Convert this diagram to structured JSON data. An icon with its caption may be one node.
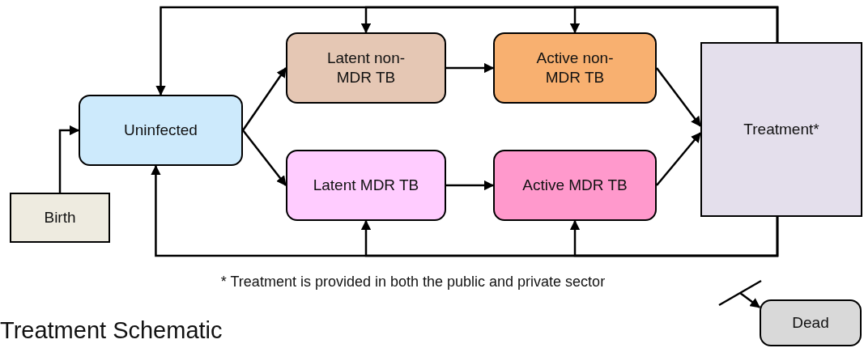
{
  "diagram": {
    "title": "Treatment Schematic",
    "nodes": [
      {
        "text": [
          "Birth"
        ]
      },
      {
        "text": [
          "Uninfected"
        ]
      },
      {
        "text": [
          "Latent non-MDR TB"
        ]
      },
      {
        "text": [
          "Active non-MDR TB"
        ]
      },
      {
        "text": [
          "Latent MDR TB"
        ]
      },
      {
        "text": [
          "Active MDR TB"
        ]
      },
      {
        "text": [
          "Treatment*"
        ]
      },
      {
        "text": [
          "Dead"
        ]
      }
    ],
    "edges": [
      {
        "from": 0,
        "to": 1,
        "arrow": "to"
      },
      {
        "from": 1,
        "to": 2,
        "arrow": "to"
      },
      {
        "from": 1,
        "to": 4,
        "arrow": "to"
      },
      {
        "from": 2,
        "to": 3,
        "arrow": "to"
      },
      {
        "from": 4,
        "to": 5,
        "arrow": "to"
      },
      {
        "from": 3,
        "to": 6,
        "arrow": "to"
      },
      {
        "from": 5,
        "to": 6,
        "arrow": "to"
      },
      {
        "from": 6,
        "to": 1,
        "arrow": "to"
      },
      {
        "from": 6,
        "to": 2,
        "arrow": "to"
      },
      {
        "from": 6,
        "to": 3,
        "arrow": "to"
      },
      {
        "from": 6,
        "to": 1,
        "arrow": "to"
      },
      {
        "from": 6,
        "to": 4,
        "arrow": "to"
      },
      {
        "from": 6,
        "to": 5,
        "arrow": "to"
      },
      {
        "from": null,
        "to": 7,
        "arrow": "to"
      }
    ],
    "labels": [
      "* Treatment is provided in both the public and private sector"
    ]
  }
}
